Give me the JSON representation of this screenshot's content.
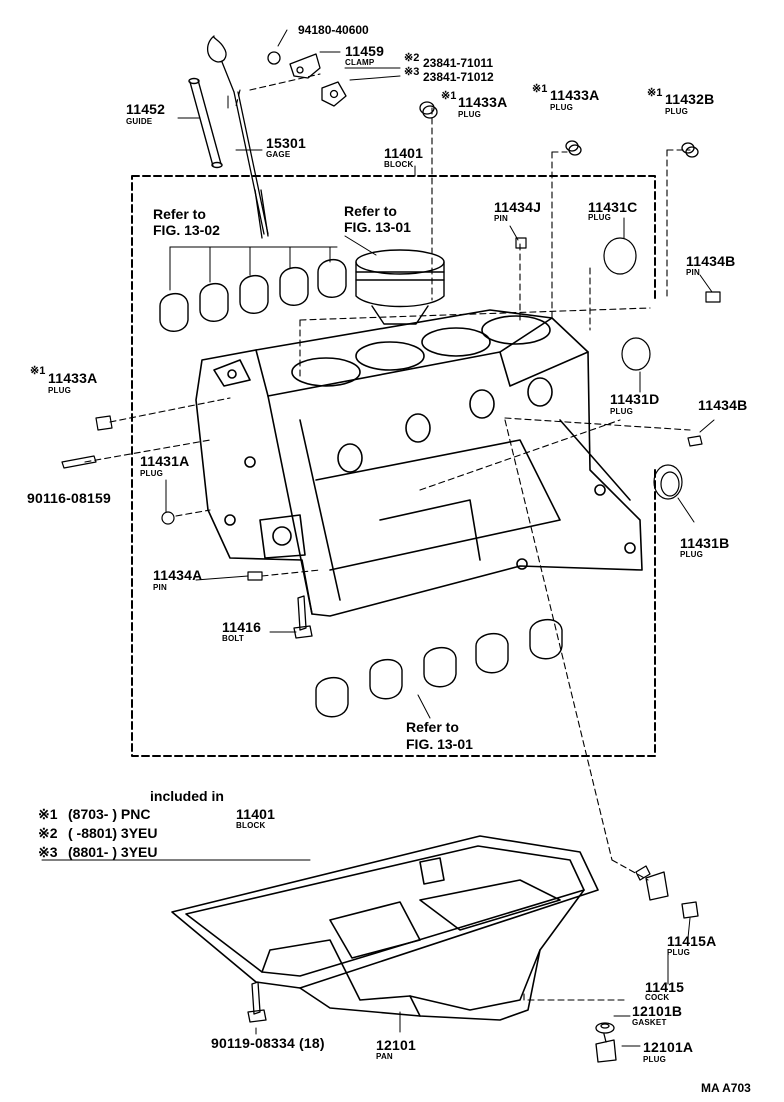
{
  "parts": {
    "p94180": "94180-40600",
    "p11459": "11459",
    "p11459_name": "CLAMP",
    "p23841_71011_mark": "※2",
    "p23841_71011": "23841-71011",
    "p23841_71012_mark": "※3",
    "p23841_71012": "23841-71012",
    "p11452": "11452",
    "p11452_name": "GUIDE",
    "p15301": "15301",
    "p15301_name": "GAGE",
    "p11433A_top_mark": "※1",
    "p11433A_top": "11433A",
    "p11433A_top_name": "PLUG",
    "p11433A_mid_mark": "※1",
    "p11433A_mid": "11433A",
    "p11433A_mid_name": "PLUG",
    "p11432B_mark": "※1",
    "p11432B": "11432B",
    "p11432B_name": "PLUG",
    "p11401": "11401",
    "p11401_name": "BLOCK",
    "p11434J": "11434J",
    "p11434J_name": "PIN",
    "p11431C": "11431C",
    "p11431C_name": "PLUG",
    "p11434B_top": "11434B",
    "p11434B_top_name": "PIN",
    "p11433A_left_mark": "※1",
    "p11433A_left": "11433A",
    "p11433A_left_name": "PLUG",
    "p11431D": "11431D",
    "p11431D_name": "PLUG",
    "p11434B_right": "11434B",
    "p90116": "90116-08159",
    "p11431A": "11431A",
    "p11431A_name": "PLUG",
    "p11431B": "11431B",
    "p11431B_name": "PLUG",
    "p11434A": "11434A",
    "p11434A_name": "PIN",
    "p11416": "11416",
    "p11416_name": "BOLT",
    "p11415A": "11415A",
    "p11415A_name": "PLUG",
    "p11415": "11415",
    "p11415_name": "COCK",
    "p12101B": "12101B",
    "p12101B_name": "GASKET",
    "p90119": "90119-08334 (18)",
    "p12101": "12101",
    "p12101_name": "PAN",
    "p12101A": "12101A",
    "p12101A_name": "PLUG"
  },
  "refs": {
    "ref_1302_line1": "Refer to",
    "ref_1302_line2": "FIG. 13-02",
    "ref_1301a_line1": "Refer to",
    "ref_1301a_line2": "FIG. 13-01",
    "ref_1301b_line1": "Refer to",
    "ref_1301b_line2": "FIG. 13-01"
  },
  "legend": {
    "header": "included in",
    "rows": [
      {
        "mark": "※1",
        "range": "(8703-          ) PNC",
        "part": "11401",
        "part_name": "BLOCK"
      },
      {
        "mark": "※2",
        "range": "(          -8801) 3YEU"
      },
      {
        "mark": "※3",
        "range": "(8801-          ) 3YEU"
      }
    ]
  },
  "diagram_code": "MA A703"
}
